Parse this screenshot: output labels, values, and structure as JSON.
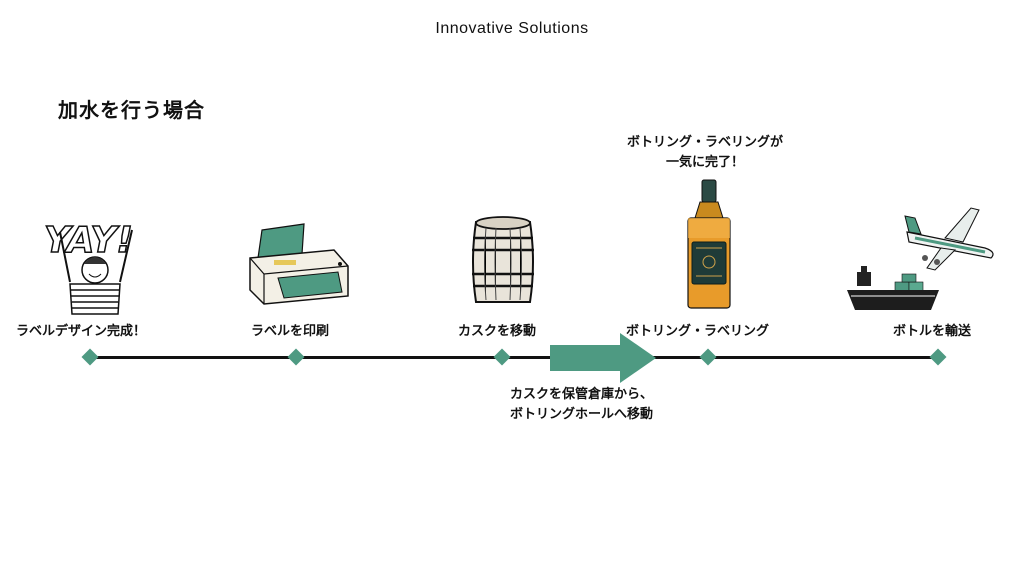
{
  "header": {
    "brand": "Innovative Solutions"
  },
  "slide": {
    "title": "加水を行う場合"
  },
  "steps": [
    {
      "label": "ラベルデザイン完成！",
      "icon": "celebrating-person-icon"
    },
    {
      "label": "ラベルを印刷",
      "icon": "printer-icon"
    },
    {
      "label": "カスクを移動",
      "icon": "barrel-icon"
    },
    {
      "label": "ボトリング・ラベリング",
      "icon": "whisky-bottle-icon"
    },
    {
      "label": "ボトルを輸送",
      "icon": "ship-airplane-icon"
    }
  ],
  "callouts": {
    "top_line1": "ボトリング・ラベリングが",
    "top_line2": "一気に完了！",
    "bottom_line1": "カスクを保管倉庫から、",
    "bottom_line2": "ボトリングホールへ移動"
  },
  "illustration_text": {
    "yay": "YAY!"
  },
  "colors": {
    "accent": "#4e9a82",
    "line": "#111111"
  }
}
